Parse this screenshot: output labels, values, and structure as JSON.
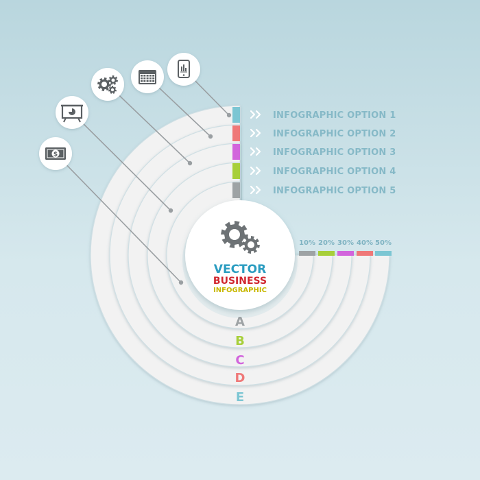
{
  "center": {
    "line1": "VECTOR",
    "line2": "BUSINESS",
    "line3": "INFOGRAPHIC"
  },
  "options": [
    {
      "label": "INFOGRAPHIC OPTION 1",
      "color": "#7cc6d3"
    },
    {
      "label": "INFOGRAPHIC OPTION 2",
      "color": "#ef7878"
    },
    {
      "label": "INFOGRAPHIC OPTION 3",
      "color": "#d265dc"
    },
    {
      "label": "INFOGRAPHIC OPTION 4",
      "color": "#a7cf3a"
    },
    {
      "label": "INFOGRAPHIC OPTION 5",
      "color": "#9ea3a5"
    }
  ],
  "percentages": [
    {
      "label": "10%",
      "color": "#9ea3a5"
    },
    {
      "label": "20%",
      "color": "#a7cf3a"
    },
    {
      "label": "30%",
      "color": "#d265dc"
    },
    {
      "label": "40%",
      "color": "#ef7878"
    },
    {
      "label": "50%",
      "color": "#7cc6d3"
    }
  ],
  "letters": [
    {
      "label": "A",
      "color": "#9ea3a5"
    },
    {
      "label": "B",
      "color": "#a7cf3a"
    },
    {
      "label": "C",
      "color": "#d265dc"
    },
    {
      "label": "D",
      "color": "#ef7878"
    },
    {
      "label": "E",
      "color": "#7cc6d3"
    }
  ],
  "icons": [
    "mobile-chart-icon",
    "calendar-icon",
    "gears-icon",
    "presentation-icon",
    "money-icon"
  ],
  "colors": {
    "ring": "#f2f2f2",
    "ring_edge": "#cfdfe4",
    "connector": "#9a9fa2",
    "icon": "#5b6063",
    "title_blue": "#2a9cc0",
    "title_red": "#d0262e",
    "title_yellow": "#c8b800"
  }
}
